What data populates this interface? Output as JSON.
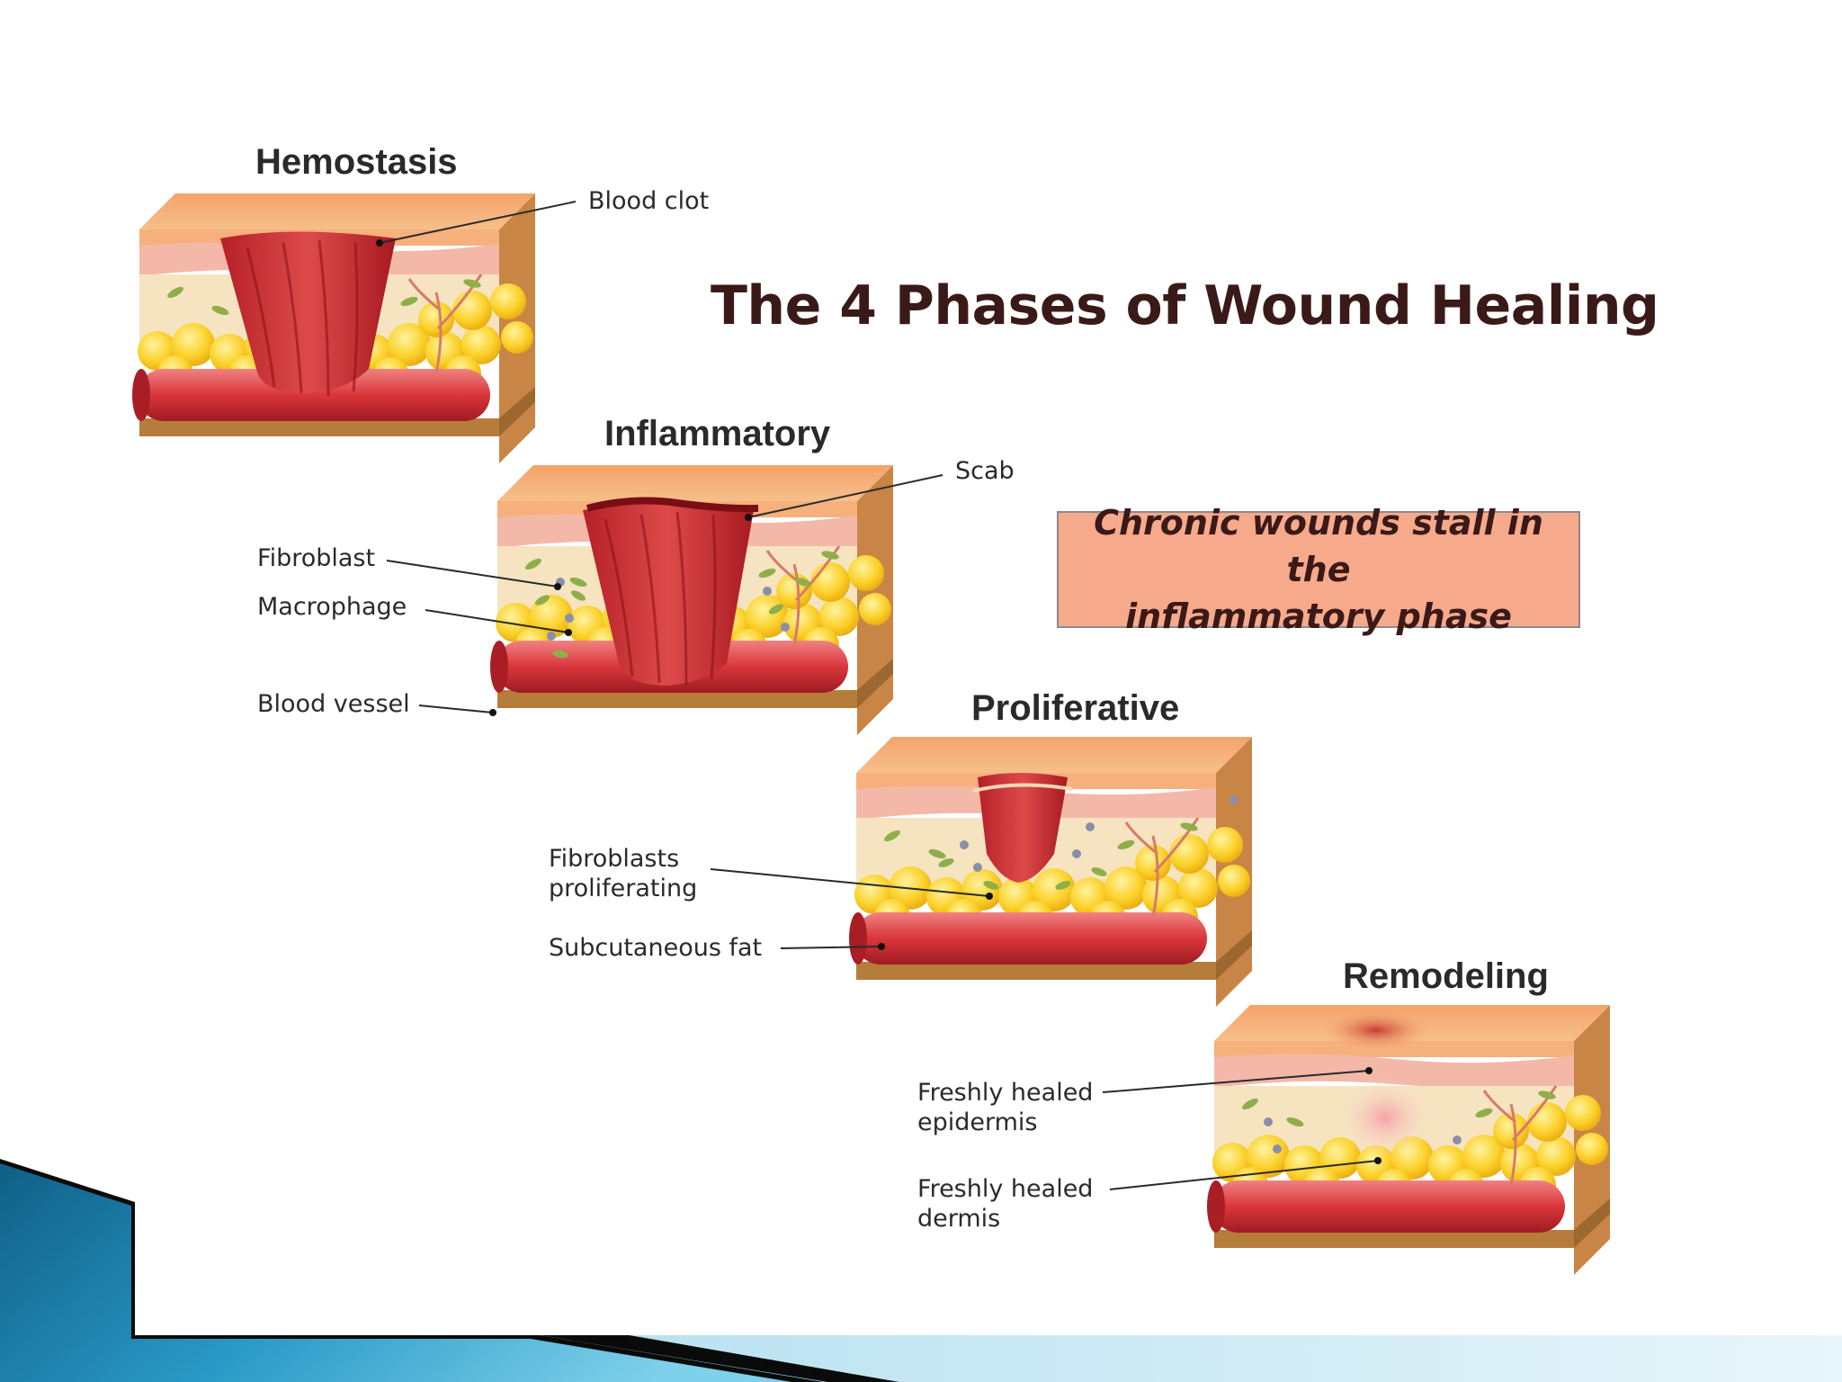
{
  "title": "The 4 Phases of Wound Healing",
  "callout": "Chronic wounds stall in the\ninflammatory phase",
  "phases": [
    {
      "name": "Hemostasis"
    },
    {
      "name": "Inflammatory"
    },
    {
      "name": "Proliferative"
    },
    {
      "name": "Remodeling"
    }
  ],
  "labels": {
    "blood_clot": "Blood clot",
    "scab": "Scab",
    "fibroblast": "Fibroblast",
    "macrophage": "Macrophage",
    "blood_vessel": "Blood vessel",
    "fibroblasts_proliferating": "Fibroblasts\nproliferating",
    "subcutaneous_fat": "Subcutaneous fat",
    "freshly_healed_epidermis": "Freshly healed\nepidermis",
    "freshly_healed_dermis": "Freshly healed\ndermis"
  },
  "colors": {
    "title": "#3a1a18",
    "callout_bg": "#f7a98c",
    "slide_accent": "#1b8fb8"
  }
}
